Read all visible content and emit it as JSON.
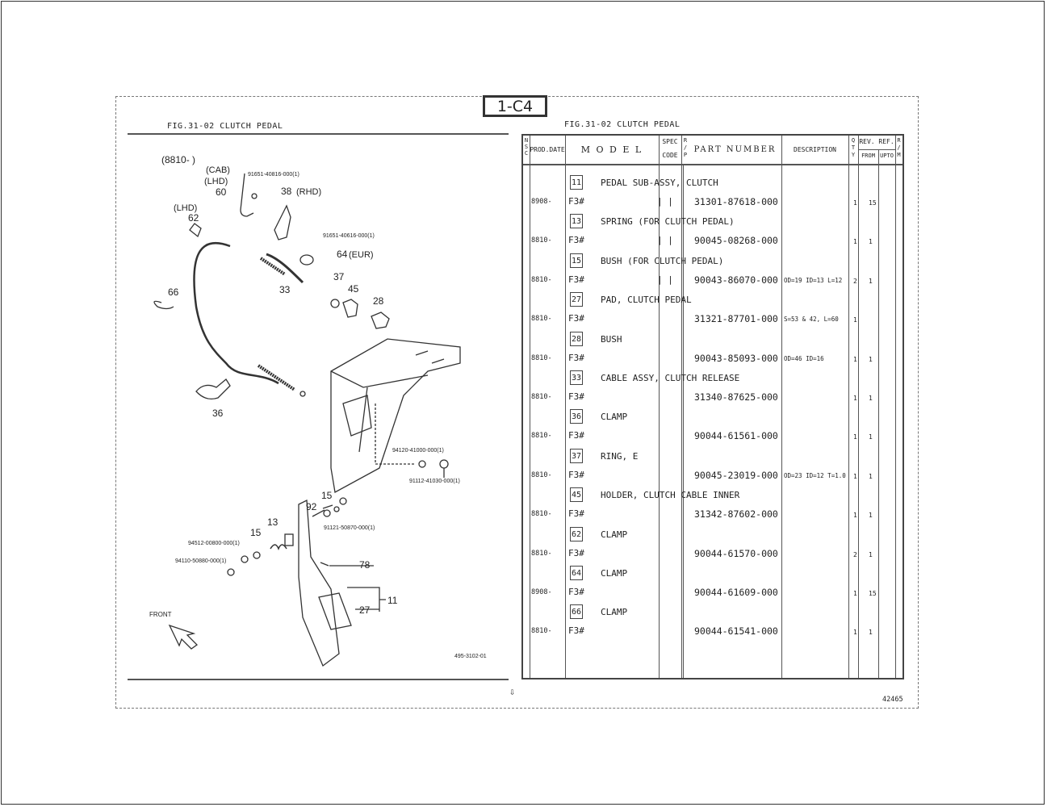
{
  "page_tag": "1-C4",
  "left_title": "FIG.31-02 CLUTCH PEDAL",
  "right_title": "FIG.31-02 CLUTCH PEDAL",
  "headers": {
    "nsc": "N S C",
    "prod_date": "PROD.DATE",
    "model": "M O D E L",
    "spec": "SPEC",
    "code": "CODE",
    "rp": "R / P",
    "part_number": "PART NUMBER",
    "description": "DESCRIPTION",
    "qty": "Q T Y",
    "rev_ref": "REV. REF.",
    "from": "FROM",
    "upto": "UPTO",
    "rm": "R / M"
  },
  "parts": [
    {
      "ref": "11",
      "name": "PEDAL SUB-ASSY, CLUTCH",
      "date": "8908-",
      "model": "F3#",
      "pipes": "|  |",
      "pno": "31301-87618-000",
      "desc": "",
      "qty": "1",
      "from": "15"
    },
    {
      "ref": "13",
      "name": "SPRING (FOR CLUTCH PEDAL)",
      "date": "8810-",
      "model": "F3#",
      "pipes": "|  |",
      "pno": "90045-08268-000",
      "desc": "",
      "qty": "1",
      "from": "1"
    },
    {
      "ref": "15",
      "name": "BUSH (FOR CLUTCH PEDAL)",
      "date": "8810-",
      "model": "F3#",
      "pipes": "|  |",
      "pno": "90043-86070-000",
      "desc": "OD=19 ID=13 L=12",
      "qty": "2",
      "from": "1"
    },
    {
      "ref": "27",
      "name": "PAD, CLUTCH PEDAL",
      "date": "8810-",
      "model": "F3#",
      "pipes": "",
      "pno": "31321-87701-000",
      "desc": "S=53 & 42, L=60",
      "qty": "1",
      "from": ""
    },
    {
      "ref": "28",
      "name": "BUSH",
      "date": "8810-",
      "model": "F3#",
      "pipes": "",
      "pno": "90043-85093-000",
      "desc": "OD=46 ID=16",
      "qty": "1",
      "from": "1"
    },
    {
      "ref": "33",
      "name": "CABLE ASSY, CLUTCH RELEASE",
      "date": "8810-",
      "model": "F3#",
      "pipes": "",
      "pno": "31340-87625-000",
      "desc": "",
      "qty": "1",
      "from": "1"
    },
    {
      "ref": "36",
      "name": "CLAMP",
      "date": "8810-",
      "model": "F3#",
      "pipes": "",
      "pno": "90044-61561-000",
      "desc": "",
      "qty": "1",
      "from": "1"
    },
    {
      "ref": "37",
      "name": "RING, E",
      "date": "8810-",
      "model": "F3#",
      "pipes": "",
      "pno": "90045-23019-000",
      "desc": "OD=23 ID=12 T=1.0",
      "qty": "1",
      "from": "1"
    },
    {
      "ref": "45",
      "name": "HOLDER, CLUTCH CABLE INNER",
      "date": "8810-",
      "model": "F3#",
      "pipes": "",
      "pno": "31342-87602-000",
      "desc": "",
      "qty": "1",
      "from": "1"
    },
    {
      "ref": "62",
      "name": "CLAMP",
      "date": "8810-",
      "model": "F3#",
      "pipes": "",
      "pno": "90044-61570-000",
      "desc": "",
      "qty": "2",
      "from": "1"
    },
    {
      "ref": "64",
      "name": "CLAMP",
      "date": "8908-",
      "model": "F3#",
      "pipes": "",
      "pno": "90044-61609-000",
      "desc": "",
      "qty": "1",
      "from": "15"
    },
    {
      "ref": "66",
      "name": "CLAMP",
      "date": "8810-",
      "model": "F3#",
      "pipes": "",
      "pno": "90044-61541-000",
      "desc": "",
      "qty": "1",
      "from": "1"
    }
  ],
  "diagram": {
    "l8810": "(8810-      )",
    "cab": "(CAB)",
    "lhd1": "(LHD)",
    "n60": "60",
    "pn_a": "91651-40816-000(1)",
    "n38": "38",
    "rhd": "(RHD)",
    "lhd2": "(LHD)",
    "n62": "62",
    "pn_b": "91651-40616-000(1)",
    "n64": "64",
    "eur": "(EUR)",
    "n33": "33",
    "n37": "37",
    "n45": "45",
    "n28": "28",
    "n66": "66",
    "n36": "36",
    "pn_c": "94120-41000-000(1)",
    "pn_d": "91112-41030-000(1)",
    "n15a": "15",
    "n92": "92",
    "pn_e": "91121-50870-000(1)",
    "n13": "13",
    "n15b": "15",
    "pn_f": "94512-00800-000(1)",
    "pn_g": "94110-50880-000(1)",
    "n78": "78",
    "n11": "11",
    "n27": "27",
    "front": "FRONT",
    "drawing_no": "495-3102-01"
  },
  "page_number": "42465"
}
